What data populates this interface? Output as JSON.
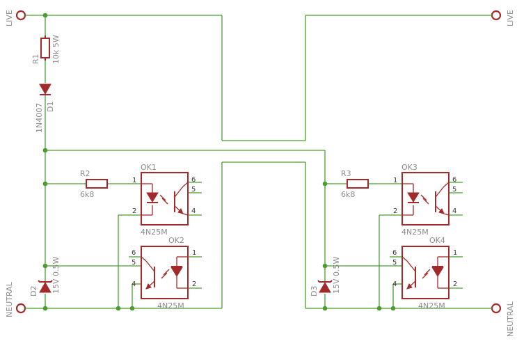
{
  "nets": {
    "live_left": "LIVE",
    "live_right": "LIVE",
    "neutral_left": "NEUTRAL",
    "neutral_right": "NEUTRAL"
  },
  "components": {
    "R1": {
      "name": "R1",
      "value": "10k 5W"
    },
    "D1": {
      "name": "D1",
      "value": "1N4007"
    },
    "R2": {
      "name": "R2",
      "value": "6k8"
    },
    "R3": {
      "name": "R3",
      "value": "6k8"
    },
    "D2": {
      "name": "D2",
      "value": "15V 0.5W"
    },
    "D3": {
      "name": "D3",
      "value": "15V 0.5W"
    },
    "OK1": {
      "name": "OK1",
      "value": "4N25M",
      "pins": [
        "1",
        "2",
        "6",
        "5",
        "4"
      ]
    },
    "OK2": {
      "name": "OK2",
      "value": "4N25M",
      "pins": [
        "6",
        "5",
        "4",
        "1",
        "2"
      ]
    },
    "OK3": {
      "name": "OK3",
      "value": "4N25M",
      "pins": [
        "1",
        "2",
        "6",
        "5",
        "4"
      ]
    },
    "OK4": {
      "name": "OK4",
      "value": "4N25M",
      "pins": [
        "6",
        "5",
        "4",
        "1",
        "2"
      ]
    }
  },
  "colors": {
    "wire": "#4a9e2f",
    "part": "#a32a2a",
    "label": "#8c8c8c"
  }
}
